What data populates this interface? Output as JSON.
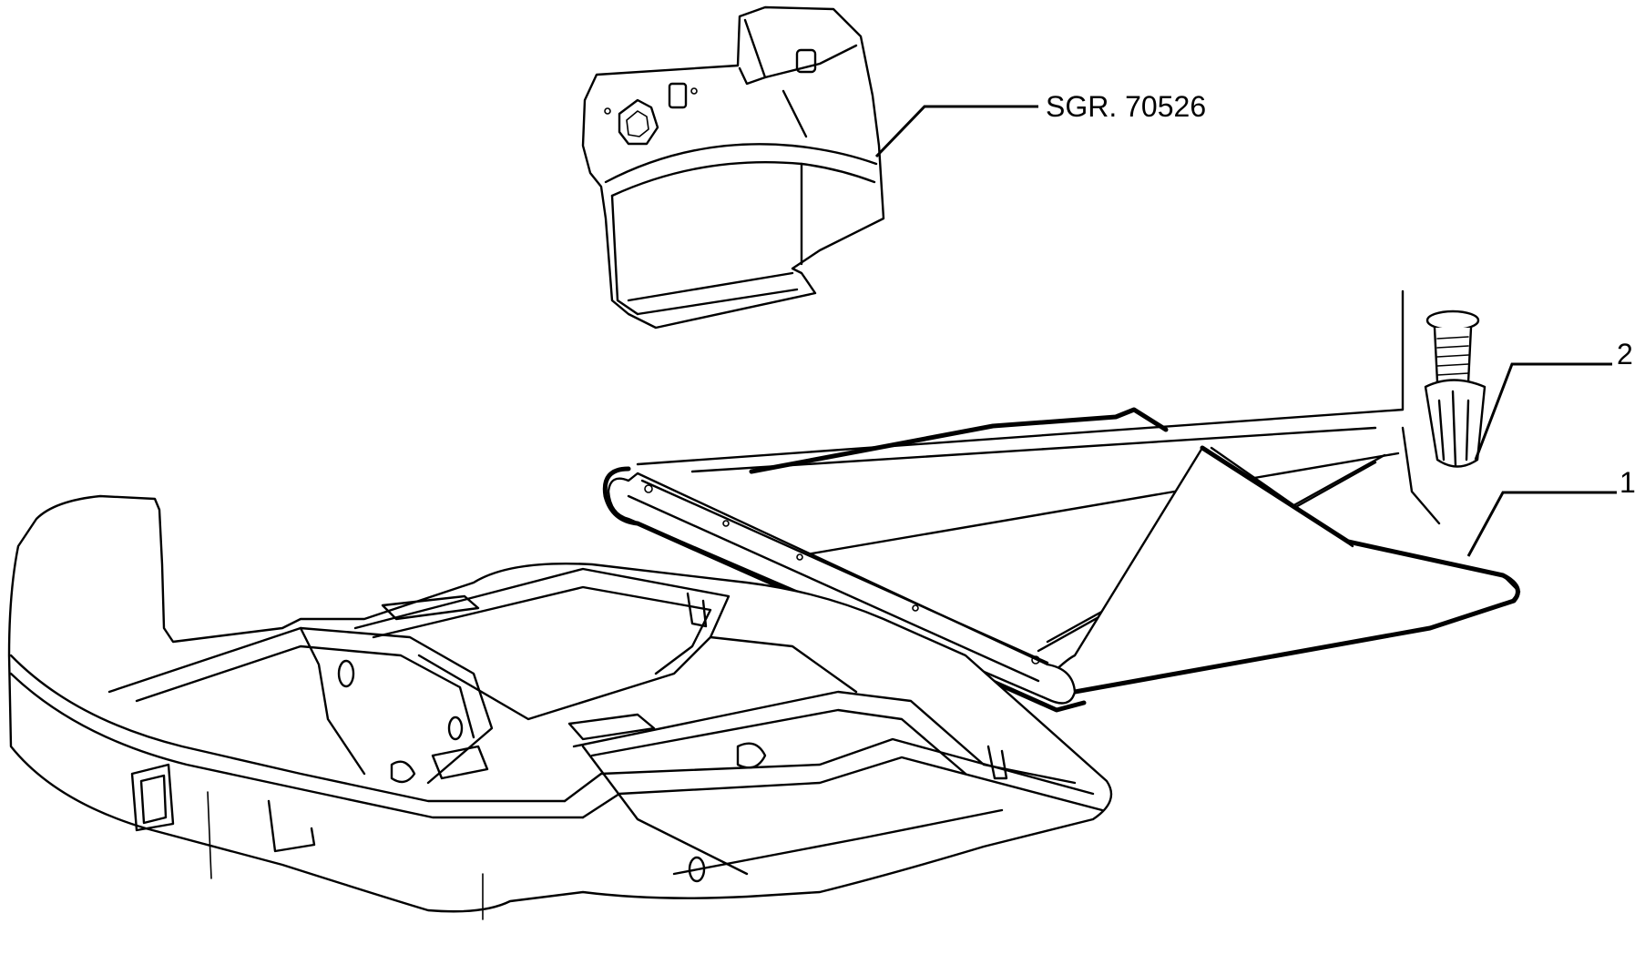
{
  "callouts": {
    "ref_label": "SGR. 70526",
    "part_2": "2",
    "part_1": "1"
  },
  "parts": [
    {
      "id": "ref",
      "icon": "side-panel-bracket"
    },
    {
      "id": "2",
      "icon": "push-rivet-clip"
    },
    {
      "id": "1",
      "icon": "luggage-cover-panel"
    },
    {
      "id": "floor",
      "icon": "boot-floor-tray"
    }
  ],
  "colors": {
    "line": "#000000",
    "background": "#ffffff"
  }
}
